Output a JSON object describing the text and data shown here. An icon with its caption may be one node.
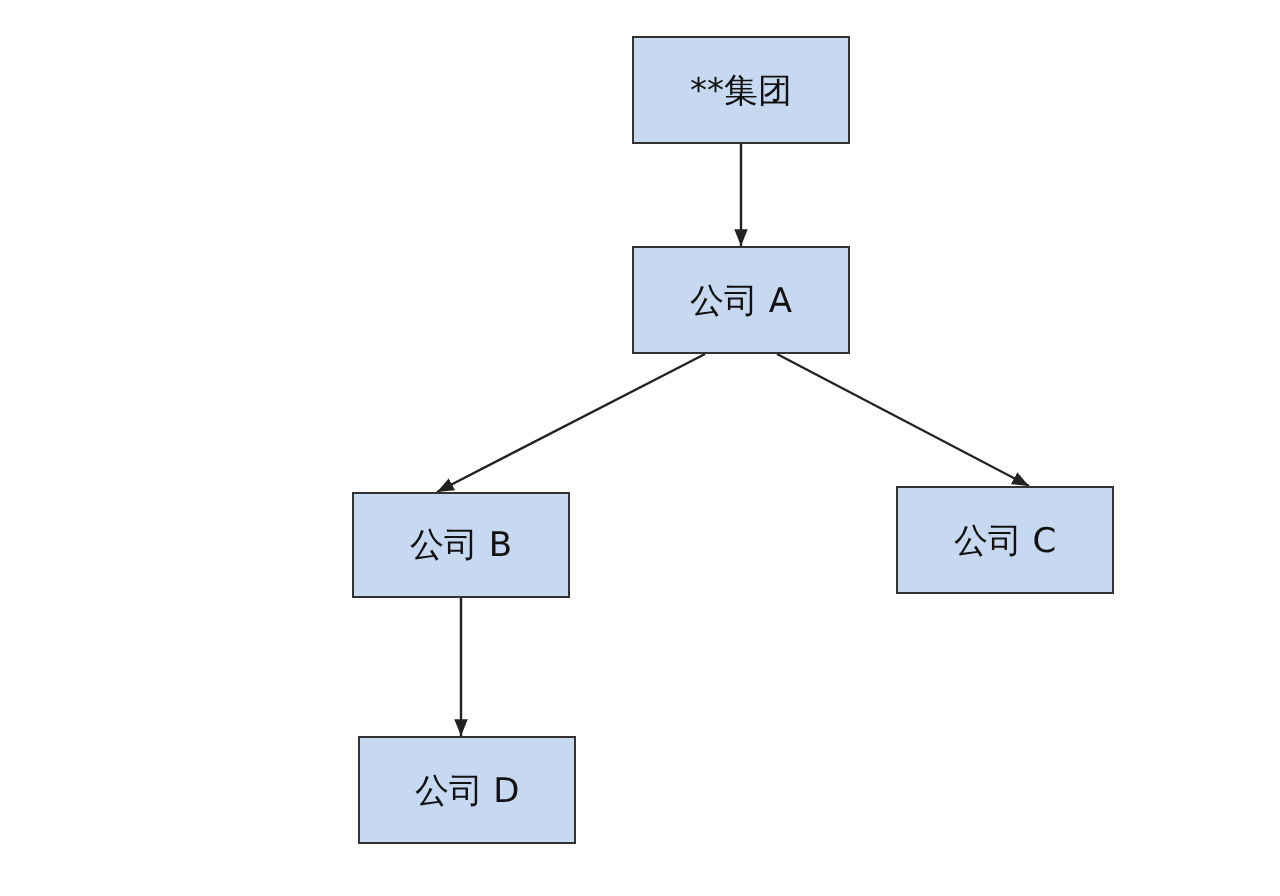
{
  "diagram": {
    "nodes": [
      {
        "text": [
          "**集团"
        ]
      },
      {
        "text": [
          "公司 A"
        ]
      },
      {
        "text": [
          "公司 B"
        ]
      },
      {
        "text": [
          "公司 C"
        ]
      },
      {
        "text": [
          "公司 D"
        ]
      }
    ],
    "edges": [
      {
        "from": 0,
        "to": 1,
        "arrow": "to"
      },
      {
        "from": 1,
        "to": 2,
        "arrow": "to"
      },
      {
        "from": 1,
        "to": 3,
        "arrow": "to"
      },
      {
        "from": 2,
        "to": 4,
        "arrow": "to"
      }
    ]
  }
}
